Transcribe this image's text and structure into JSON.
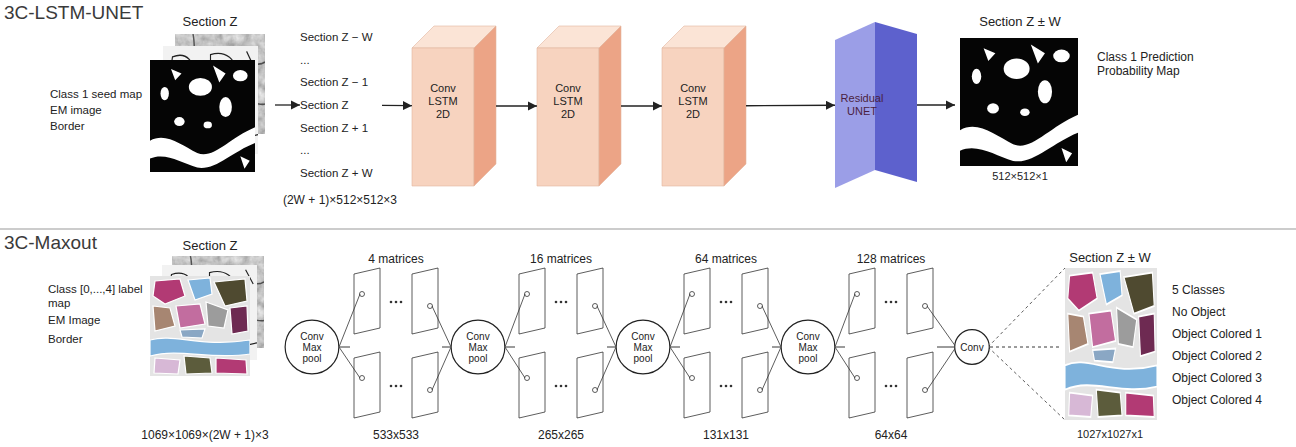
{
  "diagram": {
    "nodes": [
      {
        "text": [
          "Section Z"
        ]
      },
      {
        "text": [
          "Section Z − W",
          "...",
          "Section Z − 1",
          "Section Z",
          "Section Z + 1",
          "...",
          "Section Z + W"
        ]
      },
      {
        "text": [
          "Conv LSTM 2D"
        ]
      },
      {
        "text": [
          "Conv LSTM 2D"
        ]
      },
      {
        "text": [
          "Conv LSTM 2D"
        ]
      },
      {
        "text": [
          "Residual UNET"
        ]
      },
      {
        "text": [
          "Section Z ± W"
        ]
      },
      {
        "text": [
          "Section Z"
        ]
      },
      {
        "text": [
          "Conv Max pool"
        ]
      },
      {
        "text": [
          "4 matrices",
          "533x533"
        ]
      },
      {
        "text": [
          "Conv Max pool"
        ]
      },
      {
        "text": [
          "16 matrices",
          "265x265"
        ]
      },
      {
        "text": [
          "Conv Max pool"
        ]
      },
      {
        "text": [
          "64 matrices",
          "131x131"
        ]
      },
      {
        "text": [
          "Conv Max pool"
        ]
      },
      {
        "text": [
          "128 matrices",
          "64x64"
        ]
      },
      {
        "text": [
          "Conv"
        ]
      },
      {
        "text": [
          "Section Z ± W"
        ]
      }
    ],
    "edges": [
      {
        "from": 0,
        "to": 1,
        "arrow": "to"
      },
      {
        "from": 1,
        "to": 2,
        "arrow": "to"
      },
      {
        "from": 2,
        "to": 3,
        "arrow": "to"
      },
      {
        "from": 3,
        "to": 4,
        "arrow": "to"
      },
      {
        "from": 4,
        "to": 5,
        "arrow": "to"
      },
      {
        "from": 5,
        "to": 6,
        "arrow": "to"
      },
      {
        "from": 8,
        "to": 9,
        "arrow": "none"
      },
      {
        "from": 9,
        "to": 10,
        "arrow": "none"
      },
      {
        "from": 10,
        "to": 11,
        "arrow": "none"
      },
      {
        "from": 11,
        "to": 12,
        "arrow": "none"
      },
      {
        "from": 12,
        "to": 13,
        "arrow": "none"
      },
      {
        "from": 13,
        "to": 14,
        "arrow": "none"
      },
      {
        "from": 14,
        "to": 15,
        "arrow": "none"
      },
      {
        "from": 15,
        "to": 16,
        "arrow": "none"
      },
      {
        "from": 16,
        "to": 17,
        "arrow": "none"
      }
    ],
    "labels": [
      "3C-LSTM-UNET",
      "Class 1 seed map",
      "EM image",
      "Border",
      "(2W + 1)×512×512×3",
      "Class 1 Prediction Probability Map",
      "512×512×1",
      "3C-Maxout",
      "Class [0,...,4] label map",
      "EM Image",
      "Border",
      "1069×1069×(2W + 1)×3",
      "1027x1027x1",
      "5 Classes",
      "No Object",
      "Object Colored 1",
      "Object Colored 2",
      "Object Colored 3",
      "Object Colored 4"
    ]
  }
}
